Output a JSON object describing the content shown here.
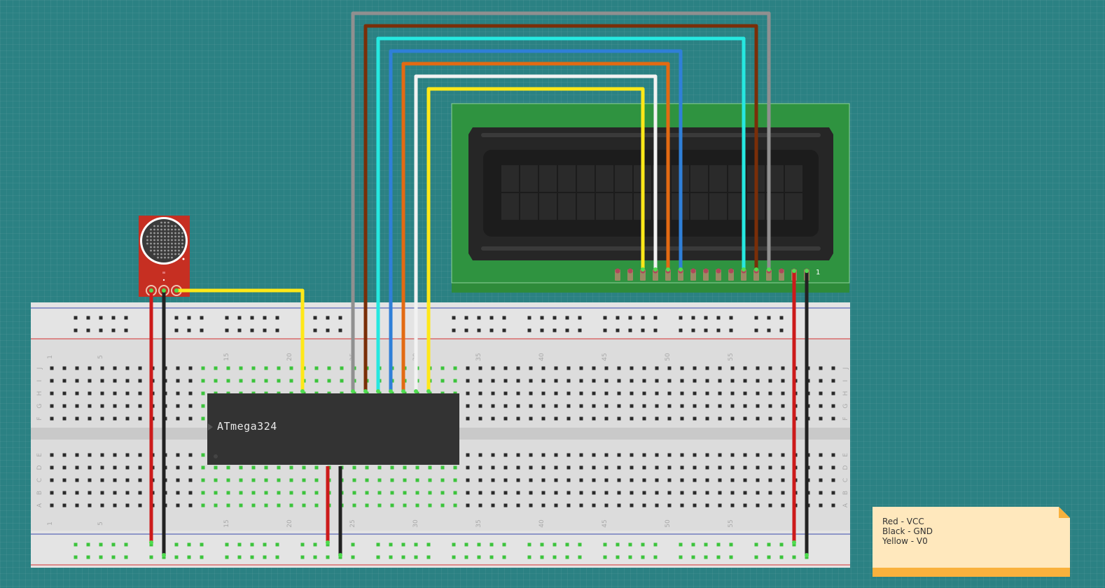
{
  "breadboard": {
    "column_labels": [
      "1",
      "5",
      "15",
      "20",
      "25",
      "30",
      "35",
      "40",
      "45",
      "50",
      "55"
    ],
    "row_labels_top": [
      "J",
      "I",
      "H",
      "G",
      "F"
    ],
    "row_labels_bottom": [
      "E",
      "D",
      "C",
      "B",
      "A"
    ]
  },
  "chip": {
    "label": "ATmega324"
  },
  "lcd": {
    "pin1_marker": "1"
  },
  "note": {
    "lines": [
      "Red - VCC",
      "Black - GND",
      "Yellow - V0"
    ]
  },
  "colors": {
    "background": "#2b8183",
    "breadboard": "#d9d9d9",
    "power_rail_red": "#d32f2f",
    "power_rail_blue": "#3949ab",
    "chip_body": "#333333",
    "lcd_pcb": "#2e8b3a",
    "lcd_bezel": "#262626",
    "mic_board": "#c62f22",
    "note_paper": "#ffe8bd",
    "note_band": "#f9b13d"
  },
  "wires": [
    {
      "name": "wire-gray",
      "color": "#909090"
    },
    {
      "name": "wire-brown",
      "color": "#7a2e08"
    },
    {
      "name": "wire-cyan",
      "color": "#26e8e0"
    },
    {
      "name": "wire-blue",
      "color": "#2f7fd8"
    },
    {
      "name": "wire-orange",
      "color": "#e36a12"
    },
    {
      "name": "wire-white",
      "color": "#f2f2f2"
    },
    {
      "name": "wire-yellow",
      "color": "#ffe818"
    },
    {
      "name": "wire-mic-yellow",
      "color": "#ffe818"
    },
    {
      "name": "wire-mic-vcc",
      "color": "#cc1a1a"
    },
    {
      "name": "wire-mic-gnd",
      "color": "#222222"
    },
    {
      "name": "wire-chip-vcc",
      "color": "#cc1a1a"
    },
    {
      "name": "wire-chip-gnd",
      "color": "#222222"
    },
    {
      "name": "wire-lcd-vcc",
      "color": "#cc1a1a"
    },
    {
      "name": "wire-lcd-gnd",
      "color": "#222222"
    }
  ]
}
